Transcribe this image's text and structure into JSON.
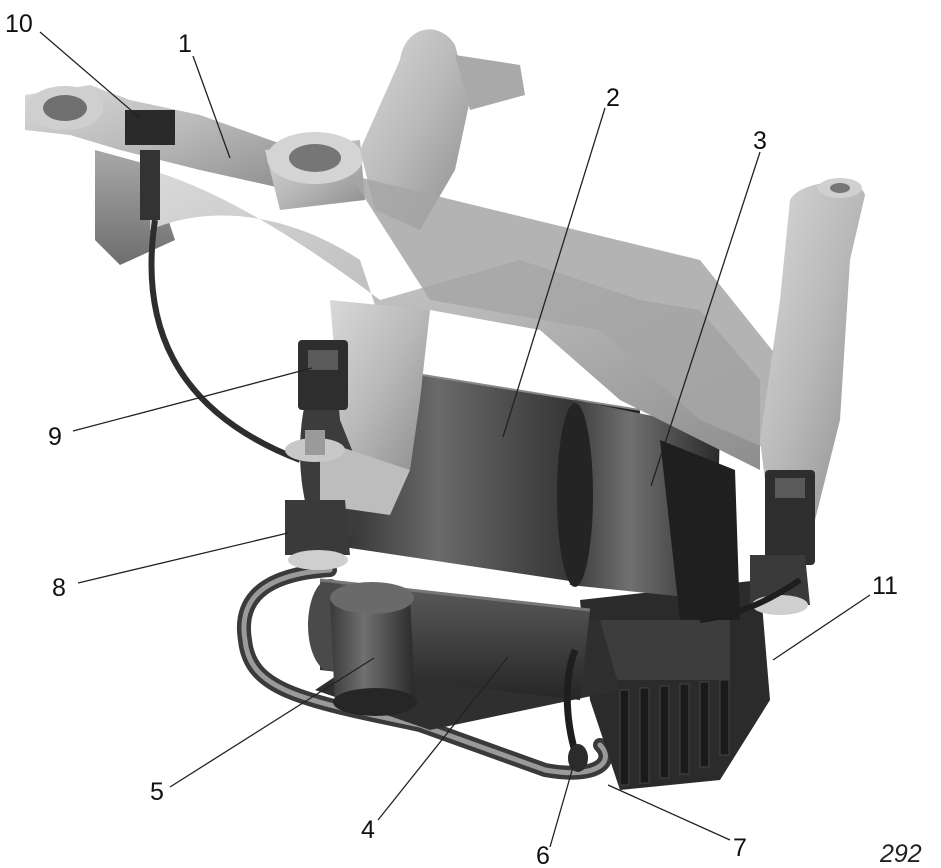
{
  "figure": {
    "code": "292",
    "callouts": [
      {
        "label": "1"
      },
      {
        "label": "2"
      },
      {
        "label": "3"
      },
      {
        "label": "4"
      },
      {
        "label": "5"
      },
      {
        "label": "6"
      },
      {
        "label": "7"
      },
      {
        "label": "8"
      },
      {
        "label": "9"
      },
      {
        "label": "10"
      },
      {
        "label": "11"
      }
    ]
  }
}
